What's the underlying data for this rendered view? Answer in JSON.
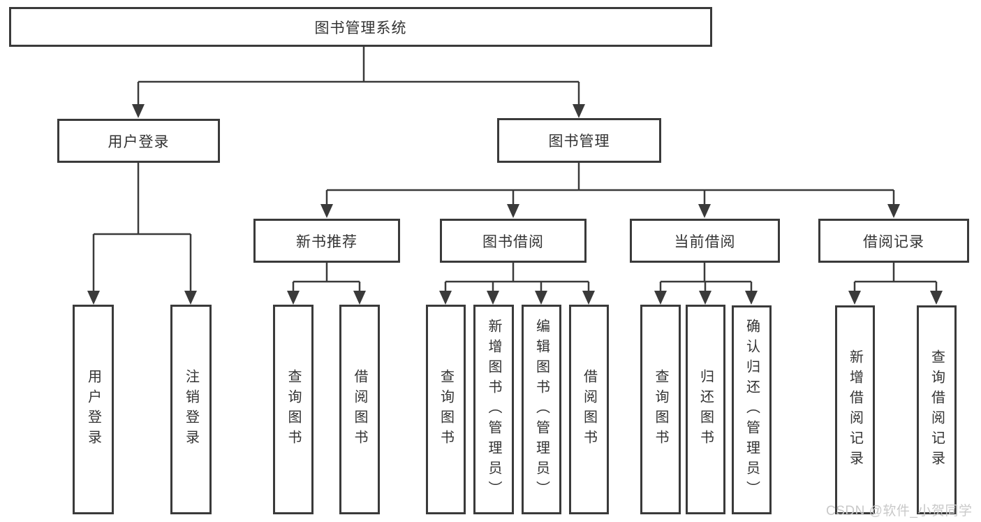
{
  "diagram": {
    "type": "hierarchy-tree",
    "colors": {
      "line": "#3a3a3a",
      "box_border": "#3a3a3a",
      "text": "#333333",
      "background": "#ffffff",
      "watermark": "#c9c9c9"
    },
    "tree": {
      "root": {
        "label": "图书管理系统"
      },
      "branches": [
        {
          "label": "用户登录",
          "children": [
            {
              "label": "用户登录"
            },
            {
              "label": "注销登录"
            }
          ]
        },
        {
          "label": "图书管理",
          "children": [
            {
              "label": "新书推荐",
              "children": [
                {
                  "label": "查询图书"
                },
                {
                  "label": "借阅图书"
                }
              ]
            },
            {
              "label": "图书借阅",
              "children": [
                {
                  "label": "查询图书"
                },
                {
                  "label": "新增图书（管理员）"
                },
                {
                  "label": "编辑图书（管理员）"
                },
                {
                  "label": "借阅图书"
                }
              ]
            },
            {
              "label": "当前借阅",
              "children": [
                {
                  "label": "查询图书"
                },
                {
                  "label": "归还图书"
                },
                {
                  "label": "确认归还（管理员）"
                }
              ]
            },
            {
              "label": "借阅记录",
              "children": [
                {
                  "label": "新增借阅记录"
                },
                {
                  "label": "查询借阅记录"
                }
              ]
            }
          ]
        }
      ]
    },
    "watermark": "CSDN @软件_小贺同学"
  }
}
